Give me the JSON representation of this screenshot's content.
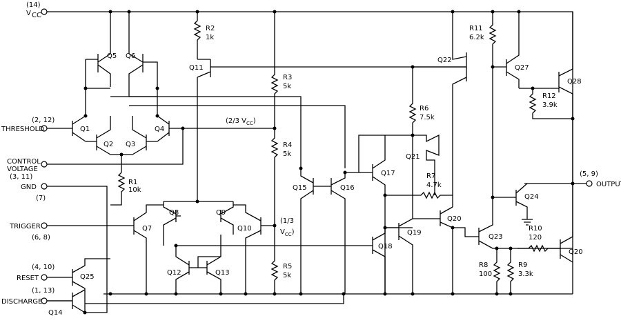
{
  "pins": {
    "vcc": {
      "label": "V",
      "sub": "CC",
      "num": "(14)"
    },
    "threshold": {
      "label": "THRESHOLD",
      "num": "(2, 12)"
    },
    "control": {
      "label1": "CONTROL",
      "label2": "VOLTAGE",
      "num": "(3, 11)"
    },
    "gnd": {
      "label": "GND",
      "num": "(7)"
    },
    "trigger": {
      "label": "TRIGGER",
      "num": "(6, 8)"
    },
    "reset": {
      "label": "RESET",
      "num": "(4, 10)"
    },
    "discharge": {
      "label": "DISCHARGE",
      "num": "(1, 13)"
    },
    "output": {
      "label": "OUTPUT",
      "num": "(5, 9)"
    }
  },
  "refs": {
    "two_thirds": {
      "pre": "(2/3 V",
      "sub": "CC",
      "post": ")"
    },
    "one_third": {
      "line1": "(1/3",
      "pre": "V",
      "sub": "CC",
      "post": ")"
    }
  },
  "transistors": [
    "Q1",
    "Q2",
    "Q3",
    "Q4",
    "Q5",
    "Q6",
    "Q7",
    "Q8",
    "Q9",
    "Q10",
    "Q11",
    "Q12",
    "Q13",
    "Q14",
    "Q15",
    "Q16",
    "Q17",
    "Q18",
    "Q19",
    "Q20",
    "Q21",
    "Q22",
    "Q23",
    "Q24",
    "Q25",
    "Q27",
    "Q28",
    "Q20"
  ],
  "resistors": {
    "r1": {
      "name": "R1",
      "value": "10k"
    },
    "r2": {
      "name": "R2",
      "value": "1k"
    },
    "r3": {
      "name": "R3",
      "value": "5k"
    },
    "r4": {
      "name": "R4",
      "value": "5k"
    },
    "r5": {
      "name": "R5",
      "value": "5k"
    },
    "r6": {
      "name": "R6",
      "value": "7.5k"
    },
    "r7": {
      "name": "R7",
      "value": "4.7k"
    },
    "r8": {
      "name": "R8",
      "value": "100"
    },
    "r9": {
      "name": "R9",
      "value": "3.3k"
    },
    "r10": {
      "name": "R10",
      "value": "120"
    },
    "r11": {
      "name": "R11",
      "value": "6.2k"
    },
    "r12": {
      "name": "R12",
      "value": "3.9k"
    }
  }
}
